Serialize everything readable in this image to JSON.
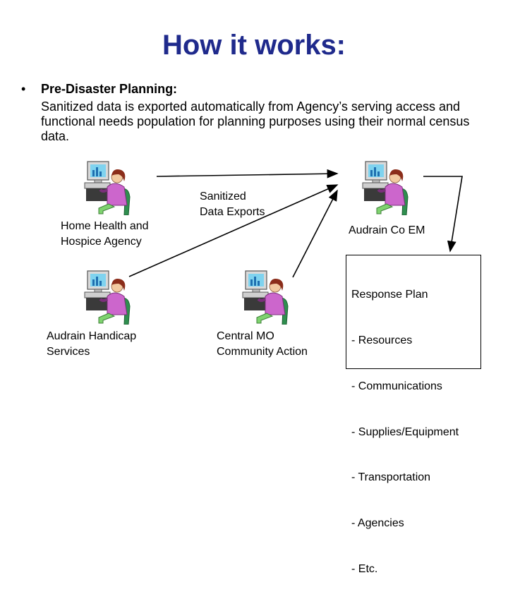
{
  "title": "How it works:",
  "bullet": {
    "marker": "•",
    "heading": "Pre-Disaster Planning:",
    "body": "Sanitized data is exported automatically from Agency’s serving access and functional needs population for planning purposes using their normal census data."
  },
  "nodes": {
    "home_health": {
      "line1": "Home Health and",
      "line2": "Hospice Agency",
      "icon": "computer-user-icon"
    },
    "audrain_em": {
      "line1": "Audrain Co EM",
      "icon": "computer-user-icon"
    },
    "handicap": {
      "line1": "Audrain Handicap",
      "line2": "Services",
      "icon": "computer-user-icon"
    },
    "central_mo": {
      "line1": "Central MO",
      "line2": "Community Action",
      "icon": "computer-user-icon"
    }
  },
  "edge_label": {
    "line1": "Sanitized",
    "line2": "Data Exports"
  },
  "response_plan": {
    "lines": [
      "Response Plan",
      "- Resources",
      "- Communications",
      "- Supplies/Equipment",
      "- Transportation",
      "- Agencies",
      "- Etc."
    ]
  },
  "colors": {
    "title": "#1f2a8c",
    "person_shirt": "#cc66cc",
    "person_hair": "#8b2d1a",
    "chair": "#2f8f4f"
  }
}
